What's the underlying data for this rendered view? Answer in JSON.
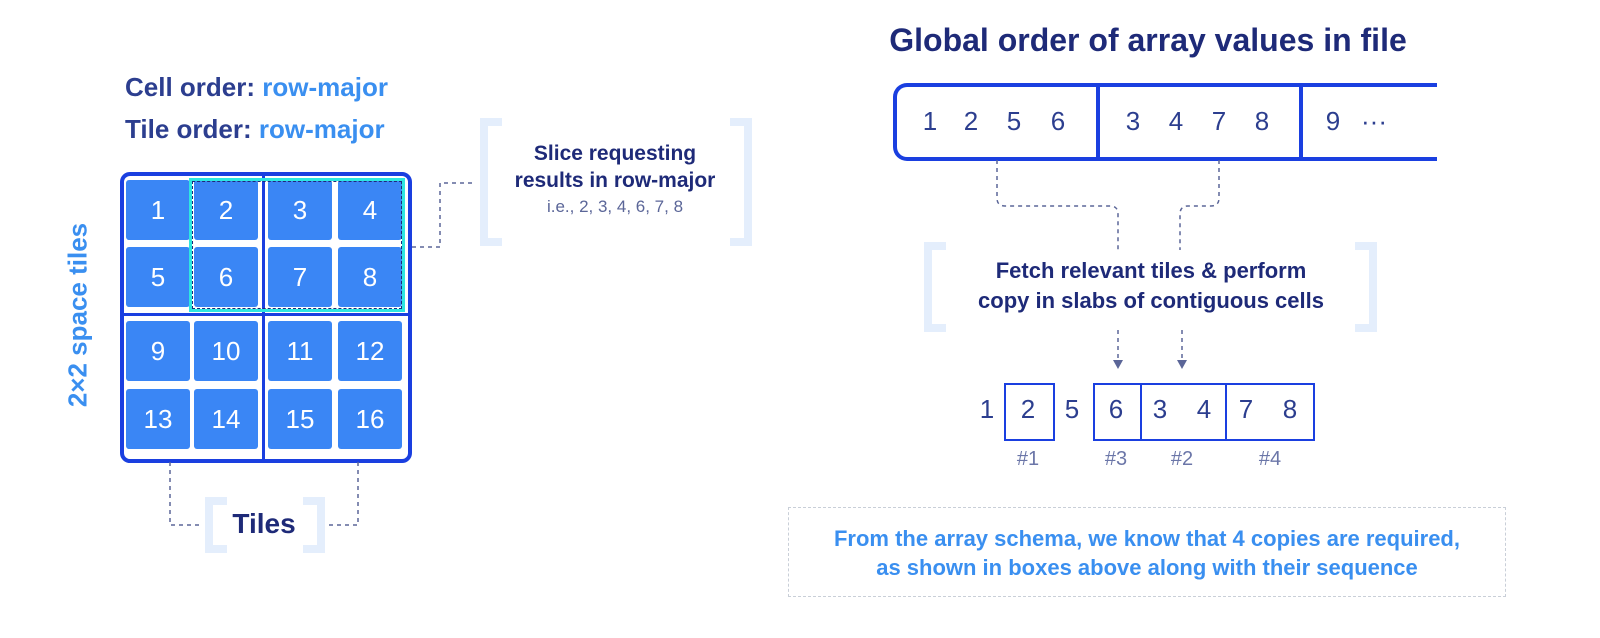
{
  "left": {
    "cell_order_label": "Cell order:",
    "cell_order_value": "row-major",
    "tile_order_label": "Tile order:",
    "tile_order_value": "row-major",
    "side_label": "2×2 space tiles",
    "cells": [
      "1",
      "2",
      "3",
      "4",
      "5",
      "6",
      "7",
      "8",
      "9",
      "10",
      "11",
      "12",
      "13",
      "14",
      "15",
      "16"
    ],
    "tiles_label": "Tiles"
  },
  "slice_note": {
    "line1": "Slice requesting",
    "line2": "results in row-major",
    "line3": "i.e., 2, 3, 4, 6, 7, 8"
  },
  "right": {
    "title": "Global order of array values in file",
    "stream": [
      "1",
      "2",
      "5",
      "6",
      "3",
      "4",
      "7",
      "8",
      "9",
      "···"
    ],
    "fetch_line1": "Fetch relevant tiles & perform",
    "fetch_line2": "copy in slabs of contiguous cells",
    "copies": [
      "1",
      "2",
      "5",
      "6",
      "3",
      "4",
      "7",
      "8"
    ],
    "copy_labels": [
      "#1",
      "#3",
      "#2",
      "#4"
    ],
    "footer_line1": "From the array schema, we know that 4 copies are required,",
    "footer_line2": "as shown in boxes above along with their sequence"
  },
  "colors": {
    "navy": "#1e2a78",
    "blue": "#1a3fe0",
    "cell": "#3a86f5",
    "accent": "#3a8ff0",
    "highlight": "#2ee6e0",
    "bracket": "#e4eefc"
  }
}
